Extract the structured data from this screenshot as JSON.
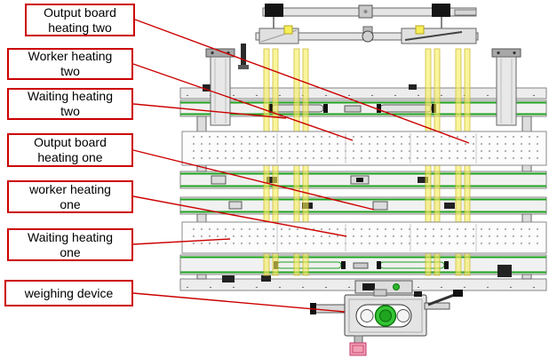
{
  "diagram": {
    "labels": [
      {
        "id": "output-board-heating-two",
        "text": "Output board\nheating two"
      },
      {
        "id": "worker-heating-two",
        "text": "Worker heating\ntwo"
      },
      {
        "id": "waiting-heating-two",
        "text": "Waiting heating\ntwo"
      },
      {
        "id": "output-board-heating-one",
        "text": "Output board\nheating one"
      },
      {
        "id": "worker-heating-one",
        "text": "worker heating\none"
      },
      {
        "id": "waiting-heating-one",
        "text": "Waiting heating\none"
      },
      {
        "id": "weighing-device",
        "text": "weighing device"
      }
    ],
    "colors": {
      "callout_border": "#cc0000",
      "leader_line": "#cc0000",
      "conveyor_green": "#1ea11e",
      "belt_yellow": "#f6ee5a",
      "indicator_green": "#35c435",
      "foot_pink": "#f2a0b4"
    }
  }
}
